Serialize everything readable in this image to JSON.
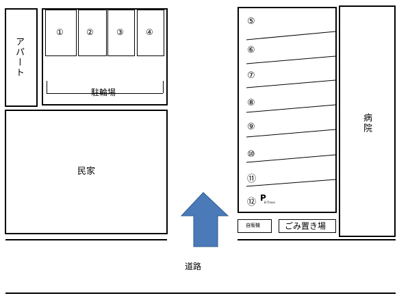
{
  "labels": {
    "apartment": "アパート",
    "bicycle_parking": "駐輪場",
    "house": "民家",
    "hospital": "病院",
    "vending": "自販機",
    "garbage": "ごみ置き場",
    "road": "道路",
    "timez": "B-Times"
  },
  "bike_slots": [
    "①",
    "②",
    "③",
    "④"
  ],
  "parking_slots": [
    "⑤",
    "⑥",
    "⑦",
    "⑧",
    "⑨",
    "⑩",
    "⑪",
    "⑫"
  ],
  "colors": {
    "arrow_fill": "#4a7ab8",
    "arrow_stroke": "#2f5b8e",
    "line": "#000000"
  }
}
